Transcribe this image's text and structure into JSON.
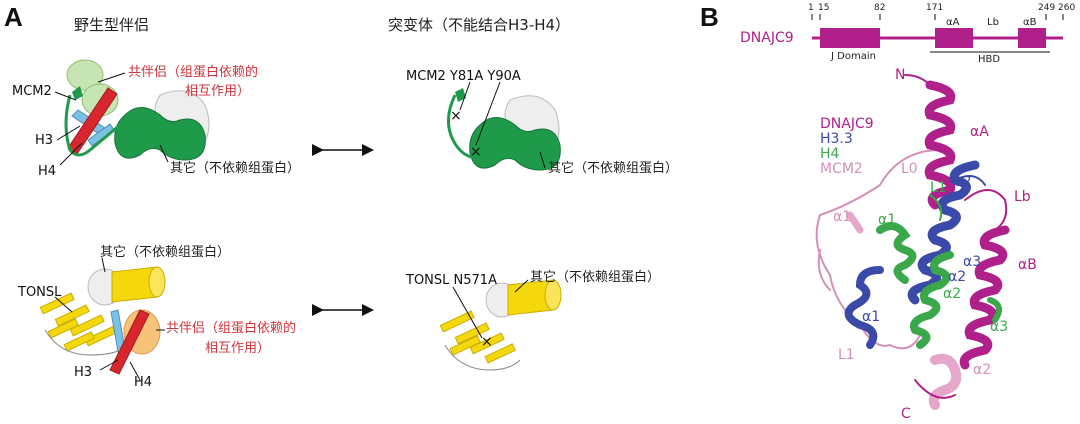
{
  "panel_a": {
    "label": "A",
    "heading_wildtype": "野生型伴侣",
    "heading_mutant": "突变体（不能结合H3-H4）",
    "top_left": {
      "mcm2": "MCM2",
      "h3": "H3",
      "h4": "H4",
      "cochaperone_line1": "共伴侣（组蛋白依赖的",
      "cochaperone_line2": "相互作用）",
      "other": "其它（不依赖组蛋白）"
    },
    "top_right": {
      "mutation": "MCM2 Y81A Y90A",
      "other": "其它（不依赖组蛋白）"
    },
    "bottom_left": {
      "tonsl": "TONSL",
      "h3": "H3",
      "h4": "H4",
      "other": "其它（不依赖组蛋白）",
      "cochaperone_line1": "共伴侣（组蛋白依赖的",
      "cochaperone_line2": "相互作用）"
    },
    "bottom_right": {
      "mutation": "TONSL N571A",
      "other": "其它（不依赖组蛋白）"
    }
  },
  "panel_b": {
    "label": "B",
    "protein": "DNAJC9",
    "ticks": [
      "1",
      "15",
      "82",
      "171",
      "249",
      "260"
    ],
    "domain_j": "J Domain",
    "helix_a": "αA",
    "linker_b": "Lb",
    "helix_b": "αB",
    "hbd": "HBD",
    "legend": [
      "DNAJC9",
      "H3.3",
      "H4",
      "MCM2"
    ],
    "structure_labels": {
      "n": "N",
      "c": "C",
      "alpha_a": "αA",
      "alpha_b": "αB",
      "lb": "Lb",
      "l0": "L0",
      "l1_green": "L1",
      "l2": "L2",
      "alpha1_pink": "α1",
      "alpha1_green": "α1",
      "alpha1_blue": "α1",
      "alpha2_blue": "α2",
      "alpha2_green": "α2",
      "alpha3_blue": "α3",
      "alpha3_green": "α3",
      "alpha2_pink": "α2",
      "l1_pink": "L1"
    }
  },
  "colors": {
    "dnajc9": "#b0208a",
    "h33": "#3a4aa8",
    "h4": "#3aa84a",
    "mcm2": "#d58fb8",
    "chaperone_green": "#1f9a4a",
    "tonsl_yellow": "#f4d80c",
    "histone_red": "#d8262f",
    "histone_blue": "#7cc0e6"
  }
}
